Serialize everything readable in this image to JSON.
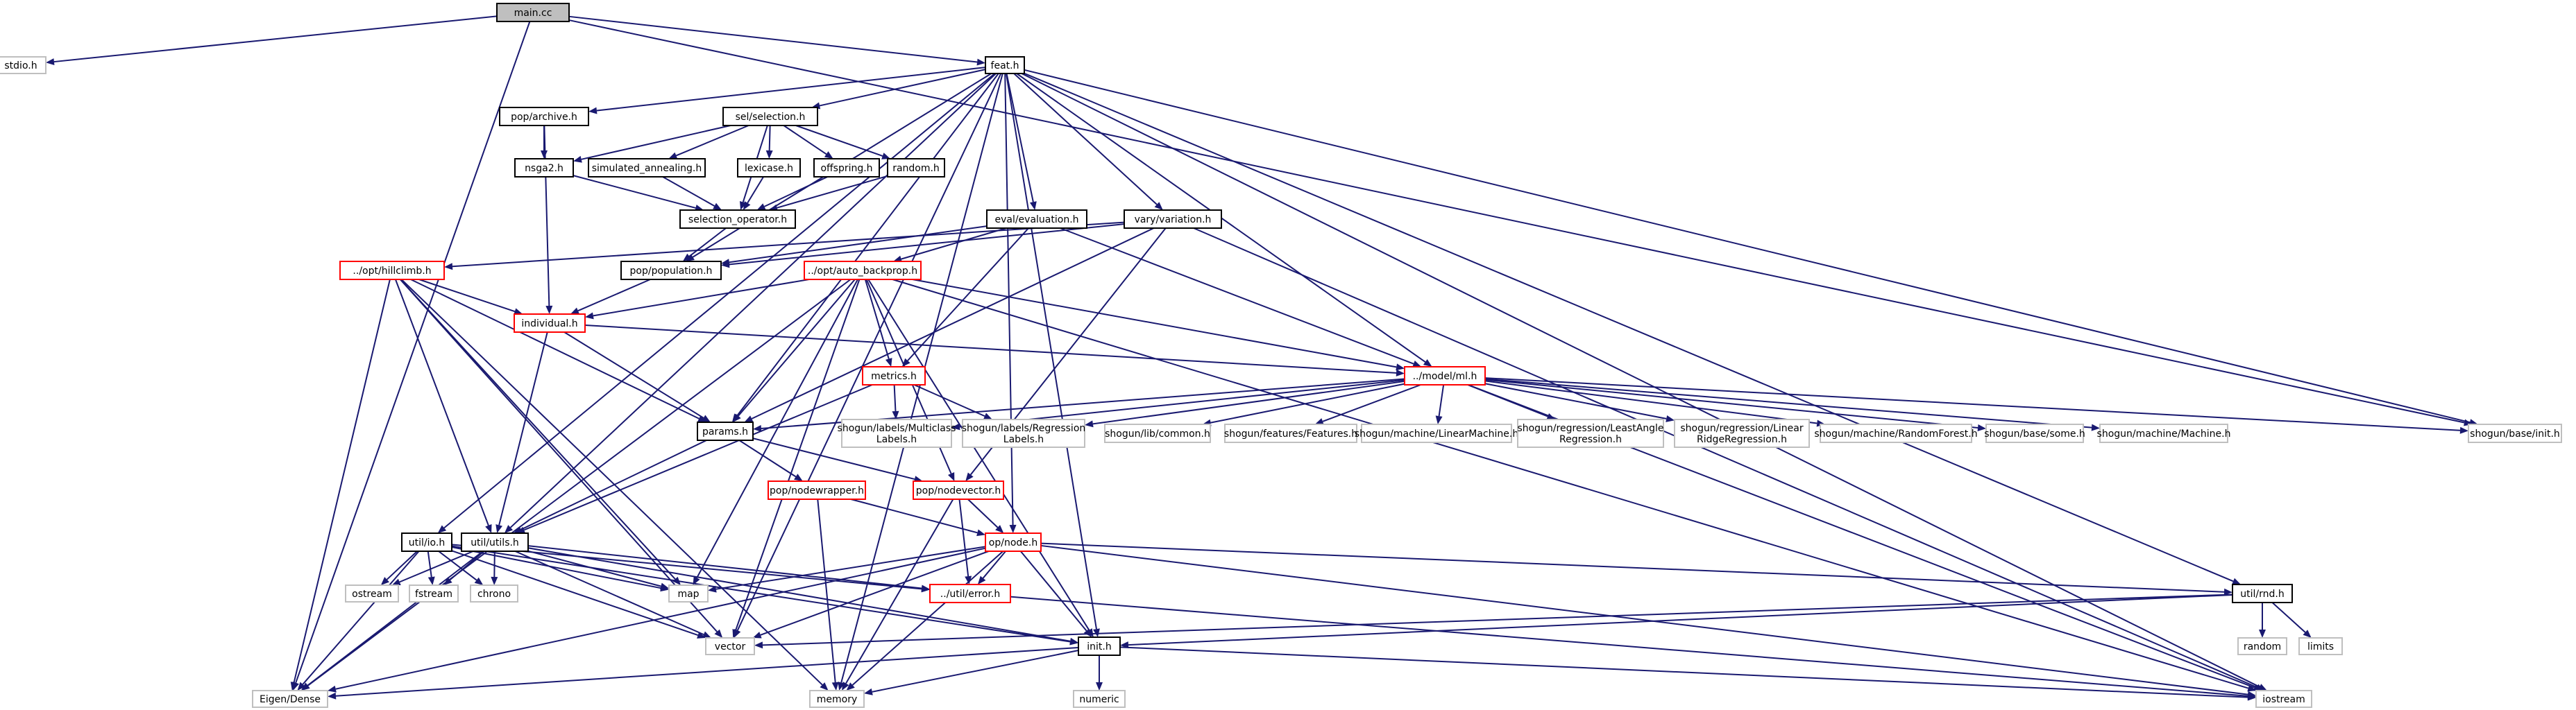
{
  "colors": {
    "edge": "#191970",
    "box_default": "#000000",
    "box_missing": "#ff0000",
    "box_external": "#bfbfbf",
    "root_fill": "#bfbfbf",
    "fill": "#ffffff"
  },
  "nodes": [
    {
      "id": "main_cc",
      "label": "main.cc",
      "kind": "root"
    },
    {
      "id": "stdio_h",
      "label": "stdio.h",
      "kind": "external"
    },
    {
      "id": "feat_h",
      "label": "feat.h",
      "kind": "default"
    },
    {
      "id": "pop_archive_h",
      "label": "pop/archive.h",
      "kind": "default"
    },
    {
      "id": "sel_selection_h",
      "label": "sel/selection.h",
      "kind": "default"
    },
    {
      "id": "nsga2_h",
      "label": "nsga2.h",
      "kind": "default"
    },
    {
      "id": "simulated_annealing_h",
      "label": "simulated_annealing.h",
      "kind": "default"
    },
    {
      "id": "lexicase_h",
      "label": "lexicase.h",
      "kind": "default"
    },
    {
      "id": "offspring_h",
      "label": "offspring.h",
      "kind": "default"
    },
    {
      "id": "random_h",
      "label": "random.h",
      "kind": "default"
    },
    {
      "id": "selection_operator_h",
      "label": "selection_operator.h",
      "kind": "default"
    },
    {
      "id": "eval_evaluation_h",
      "label": "eval/evaluation.h",
      "kind": "default"
    },
    {
      "id": "vary_variation_h",
      "label": "vary/variation.h",
      "kind": "default"
    },
    {
      "id": "opt_hillclimb_h",
      "label": "../opt/hillclimb.h",
      "kind": "missing"
    },
    {
      "id": "pop_population_h",
      "label": "pop/population.h",
      "kind": "default"
    },
    {
      "id": "opt_auto_backprop_h",
      "label": "../opt/auto_backprop.h",
      "kind": "missing"
    },
    {
      "id": "individual_h",
      "label": "individual.h",
      "kind": "missing"
    },
    {
      "id": "model_ml_h",
      "label": "../model/ml.h",
      "kind": "missing"
    },
    {
      "id": "metrics_h",
      "label": "metrics.h",
      "kind": "missing"
    },
    {
      "id": "params_h",
      "label": "params.h",
      "kind": "default"
    },
    {
      "id": "sg_multiclass",
      "label": "shogun/labels/Multiclass\nLabels.h",
      "kind": "external"
    },
    {
      "id": "sg_regression",
      "label": "shogun/labels/Regression\nLabels.h",
      "kind": "external"
    },
    {
      "id": "sg_common",
      "label": "shogun/lib/common.h",
      "kind": "external"
    },
    {
      "id": "sg_features",
      "label": "shogun/features/Features.h",
      "kind": "external"
    },
    {
      "id": "sg_linearmachine",
      "label": "shogun/machine/LinearMachine.h",
      "kind": "external"
    },
    {
      "id": "sg_lars",
      "label": "shogun/regression/LeastAngle\nRegression.h",
      "kind": "external"
    },
    {
      "id": "sg_ridge",
      "label": "shogun/regression/Linear\nRidgeRegression.h",
      "kind": "external"
    },
    {
      "id": "sg_randomforest",
      "label": "shogun/machine/RandomForest.h",
      "kind": "external"
    },
    {
      "id": "sg_some",
      "label": "shogun/base/some.h",
      "kind": "external"
    },
    {
      "id": "sg_machine",
      "label": "shogun/machine/Machine.h",
      "kind": "external"
    },
    {
      "id": "sg_init",
      "label": "shogun/base/init.h",
      "kind": "external"
    },
    {
      "id": "pop_nodewrapper_h",
      "label": "pop/nodewrapper.h",
      "kind": "missing"
    },
    {
      "id": "pop_nodevector_h",
      "label": "pop/nodevector.h",
      "kind": "missing"
    },
    {
      "id": "util_io_h",
      "label": "util/io.h",
      "kind": "default"
    },
    {
      "id": "util_utils_h",
      "label": "util/utils.h",
      "kind": "default"
    },
    {
      "id": "op_node_h",
      "label": "op/node.h",
      "kind": "missing"
    },
    {
      "id": "util_error_h",
      "label": "../util/error.h",
      "kind": "missing"
    },
    {
      "id": "util_rnd_h",
      "label": "util/rnd.h",
      "kind": "default"
    },
    {
      "id": "ostream",
      "label": "ostream",
      "kind": "external"
    },
    {
      "id": "fstream",
      "label": "fstream",
      "kind": "external"
    },
    {
      "id": "chrono",
      "label": "chrono",
      "kind": "external"
    },
    {
      "id": "map",
      "label": "map",
      "kind": "external"
    },
    {
      "id": "vector",
      "label": "vector",
      "kind": "external"
    },
    {
      "id": "init_h",
      "label": "init.h",
      "kind": "default"
    },
    {
      "id": "random",
      "label": "random",
      "kind": "external"
    },
    {
      "id": "limits",
      "label": "limits",
      "kind": "external"
    },
    {
      "id": "eigen_dense",
      "label": "Eigen/Dense",
      "kind": "external"
    },
    {
      "id": "memory",
      "label": "memory",
      "kind": "external"
    },
    {
      "id": "numeric",
      "label": "numeric",
      "kind": "external"
    },
    {
      "id": "iostream",
      "label": "iostream",
      "kind": "external"
    }
  ],
  "edges": [
    [
      "main_cc",
      "stdio_h"
    ],
    [
      "main_cc",
      "feat_h"
    ],
    [
      "main_cc",
      "eigen_dense"
    ],
    [
      "main_cc",
      "sg_init"
    ],
    [
      "feat_h",
      "pop_archive_h"
    ],
    [
      "feat_h",
      "sel_selection_h"
    ],
    [
      "feat_h",
      "eval_evaluation_h"
    ],
    [
      "feat_h",
      "vary_variation_h"
    ],
    [
      "feat_h",
      "pop_population_h"
    ],
    [
      "feat_h",
      "params_h"
    ],
    [
      "feat_h",
      "model_ml_h"
    ],
    [
      "feat_h",
      "util_io_h"
    ],
    [
      "feat_h",
      "util_utils_h"
    ],
    [
      "feat_h",
      "op_node_h"
    ],
    [
      "feat_h",
      "util_rnd_h"
    ],
    [
      "feat_h",
      "memory"
    ],
    [
      "feat_h",
      "vector"
    ],
    [
      "feat_h",
      "init_h"
    ],
    [
      "feat_h",
      "sg_init"
    ],
    [
      "feat_h",
      "iostream"
    ],
    [
      "pop_archive_h",
      "nsga2_h"
    ],
    [
      "pop_archive_h",
      "individual_h"
    ],
    [
      "sel_selection_h",
      "nsga2_h"
    ],
    [
      "sel_selection_h",
      "simulated_annealing_h"
    ],
    [
      "sel_selection_h",
      "lexicase_h"
    ],
    [
      "sel_selection_h",
      "offspring_h"
    ],
    [
      "sel_selection_h",
      "random_h"
    ],
    [
      "sel_selection_h",
      "selection_operator_h"
    ],
    [
      "nsga2_h",
      "selection_operator_h"
    ],
    [
      "simulated_annealing_h",
      "selection_operator_h"
    ],
    [
      "lexicase_h",
      "selection_operator_h"
    ],
    [
      "offspring_h",
      "selection_operator_h"
    ],
    [
      "random_h",
      "selection_operator_h"
    ],
    [
      "selection_operator_h",
      "pop_population_h"
    ],
    [
      "eval_evaluation_h",
      "opt_auto_backprop_h"
    ],
    [
      "eval_evaluation_h",
      "model_ml_h"
    ],
    [
      "eval_evaluation_h",
      "metrics_h"
    ],
    [
      "eval_evaluation_h",
      "pop_population_h"
    ],
    [
      "vary_variation_h",
      "opt_hillclimb_h"
    ],
    [
      "vary_variation_h",
      "pop_population_h"
    ],
    [
      "vary_variation_h",
      "params_h"
    ],
    [
      "vary_variation_h",
      "pop_nodevector_h"
    ],
    [
      "vary_variation_h",
      "iostream"
    ],
    [
      "pop_population_h",
      "individual_h"
    ],
    [
      "opt_hillclimb_h",
      "individual_h"
    ],
    [
      "opt_hillclimb_h",
      "params_h"
    ],
    [
      "opt_hillclimb_h",
      "eigen_dense"
    ],
    [
      "opt_hillclimb_h",
      "map"
    ],
    [
      "opt_hillclimb_h",
      "vector"
    ],
    [
      "opt_hillclimb_h",
      "memory"
    ],
    [
      "opt_hillclimb_h",
      "util_utils_h"
    ],
    [
      "opt_auto_backprop_h",
      "individual_h"
    ],
    [
      "opt_auto_backprop_h",
      "model_ml_h"
    ],
    [
      "opt_auto_backprop_h",
      "metrics_h"
    ],
    [
      "opt_auto_backprop_h",
      "params_h"
    ],
    [
      "opt_auto_backprop_h",
      "pop_nodevector_h"
    ],
    [
      "opt_auto_backprop_h",
      "map"
    ],
    [
      "opt_auto_backprop_h",
      "vector"
    ],
    [
      "opt_auto_backprop_h",
      "eigen_dense"
    ],
    [
      "opt_auto_backprop_h",
      "init_h"
    ],
    [
      "opt_auto_backprop_h",
      "iostream"
    ],
    [
      "individual_h",
      "params_h"
    ],
    [
      "individual_h",
      "model_ml_h"
    ],
    [
      "individual_h",
      "util_utils_h"
    ],
    [
      "model_ml_h",
      "params_h"
    ],
    [
      "model_ml_h",
      "sg_multiclass"
    ],
    [
      "model_ml_h",
      "sg_regression"
    ],
    [
      "model_ml_h",
      "sg_common"
    ],
    [
      "model_ml_h",
      "sg_features"
    ],
    [
      "model_ml_h",
      "sg_linearmachine"
    ],
    [
      "model_ml_h",
      "sg_lars"
    ],
    [
      "model_ml_h",
      "sg_ridge"
    ],
    [
      "model_ml_h",
      "sg_randomforest"
    ],
    [
      "model_ml_h",
      "sg_some"
    ],
    [
      "model_ml_h",
      "sg_machine"
    ],
    [
      "model_ml_h",
      "sg_init"
    ],
    [
      "model_ml_h",
      "iostream"
    ],
    [
      "metrics_h",
      "sg_multiclass"
    ],
    [
      "metrics_h",
      "sg_regression"
    ],
    [
      "metrics_h",
      "util_utils_h"
    ],
    [
      "params_h",
      "pop_nodewrapper_h"
    ],
    [
      "params_h",
      "pop_nodevector_h"
    ],
    [
      "params_h",
      "util_utils_h"
    ],
    [
      "pop_nodewrapper_h",
      "op_node_h"
    ],
    [
      "pop_nodewrapper_h",
      "memory"
    ],
    [
      "pop_nodevector_h",
      "op_node_h"
    ],
    [
      "pop_nodevector_h",
      "util_error_h"
    ],
    [
      "pop_nodevector_h",
      "memory"
    ],
    [
      "util_io_h",
      "ostream"
    ],
    [
      "util_io_h",
      "fstream"
    ],
    [
      "util_io_h",
      "chrono"
    ],
    [
      "util_io_h",
      "map"
    ],
    [
      "util_io_h",
      "vector"
    ],
    [
      "util_io_h",
      "eigen_dense"
    ],
    [
      "util_io_h",
      "init_h"
    ],
    [
      "util_io_h",
      "util_error_h"
    ],
    [
      "util_utils_h",
      "ostream"
    ],
    [
      "util_utils_h",
      "fstream"
    ],
    [
      "util_utils_h",
      "chrono"
    ],
    [
      "util_utils_h",
      "map"
    ],
    [
      "util_utils_h",
      "vector"
    ],
    [
      "util_utils_h",
      "eigen_dense"
    ],
    [
      "util_utils_h",
      "init_h"
    ],
    [
      "util_utils_h",
      "util_error_h"
    ],
    [
      "op_node_h",
      "util_error_h"
    ],
    [
      "op_node_h",
      "util_rnd_h"
    ],
    [
      "op_node_h",
      "map"
    ],
    [
      "op_node_h",
      "vector"
    ],
    [
      "op_node_h",
      "eigen_dense"
    ],
    [
      "op_node_h",
      "memory"
    ],
    [
      "op_node_h",
      "init_h"
    ],
    [
      "op_node_h",
      "iostream"
    ],
    [
      "util_error_h",
      "iostream"
    ],
    [
      "util_rnd_h",
      "random"
    ],
    [
      "util_rnd_h",
      "limits"
    ],
    [
      "util_rnd_h",
      "vector"
    ],
    [
      "util_rnd_h",
      "init_h"
    ],
    [
      "init_h",
      "eigen_dense"
    ],
    [
      "init_h",
      "memory"
    ],
    [
      "init_h",
      "numeric"
    ],
    [
      "init_h",
      "iostream"
    ]
  ]
}
